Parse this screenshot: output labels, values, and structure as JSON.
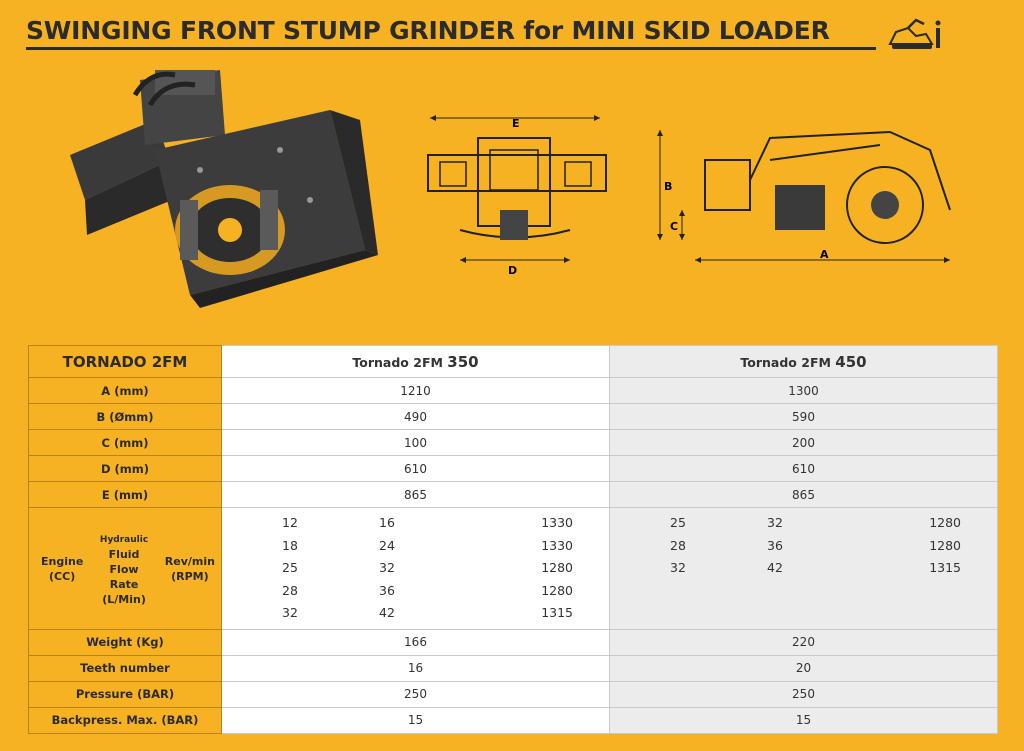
{
  "title": "SWINGING FRONT STUMP GRINDER for MINI SKID LOADER",
  "dimension_labels": {
    "e": "E",
    "d": "D",
    "b": "B",
    "c": "C",
    "a": "A"
  },
  "table": {
    "header_label": "TORNADO 2FM",
    "models": [
      {
        "prefix": "Tornado 2FM",
        "number": "350"
      },
      {
        "prefix": "Tornado 2FM",
        "number": "450"
      }
    ],
    "rows": [
      {
        "label": "A (mm)",
        "v1": "1210",
        "v2": "1300"
      },
      {
        "label": "B (Ømm)",
        "v1": "490",
        "v2": "590"
      },
      {
        "label": "C (mm)",
        "v1": "100",
        "v2": "200"
      },
      {
        "label": "D (mm)",
        "v1": "610",
        "v2": "610"
      },
      {
        "label": "E (mm)",
        "v1": "865",
        "v2": "865"
      }
    ],
    "engine": {
      "label_engine": "Engine",
      "label_engine_unit": "(CC)",
      "label_hyd_1": "Hydraulic",
      "label_hyd_2": "Fluid",
      "label_hyd_3": "Flow",
      "label_hyd_4": "Rate",
      "label_hyd_5": "(L/Min)",
      "label_rev": "Rev/min",
      "label_rev_unit": "(RPM)",
      "m1": [
        [
          "12",
          "16",
          "1330"
        ],
        [
          "18",
          "24",
          "1330"
        ],
        [
          "25",
          "32",
          "1280"
        ],
        [
          "28",
          "36",
          "1280"
        ],
        [
          "32",
          "42",
          "1315"
        ]
      ],
      "m2": [
        [
          "25",
          "32",
          "1280"
        ],
        [
          "28",
          "36",
          "1280"
        ],
        [
          "32",
          "42",
          "1315"
        ],
        [
          "",
          "",
          ""
        ],
        [
          "",
          "",
          ""
        ]
      ]
    },
    "rows_bottom": [
      {
        "label": "Weight (Kg)",
        "v1": "166",
        "v2": "220"
      },
      {
        "label": "Teeth number",
        "v1": "16",
        "v2": "20"
      },
      {
        "label": "Pressure (BAR)",
        "v1": "250",
        "v2": "250"
      },
      {
        "label": "Backpress. Max. (BAR)",
        "v1": "15",
        "v2": "15"
      }
    ]
  }
}
